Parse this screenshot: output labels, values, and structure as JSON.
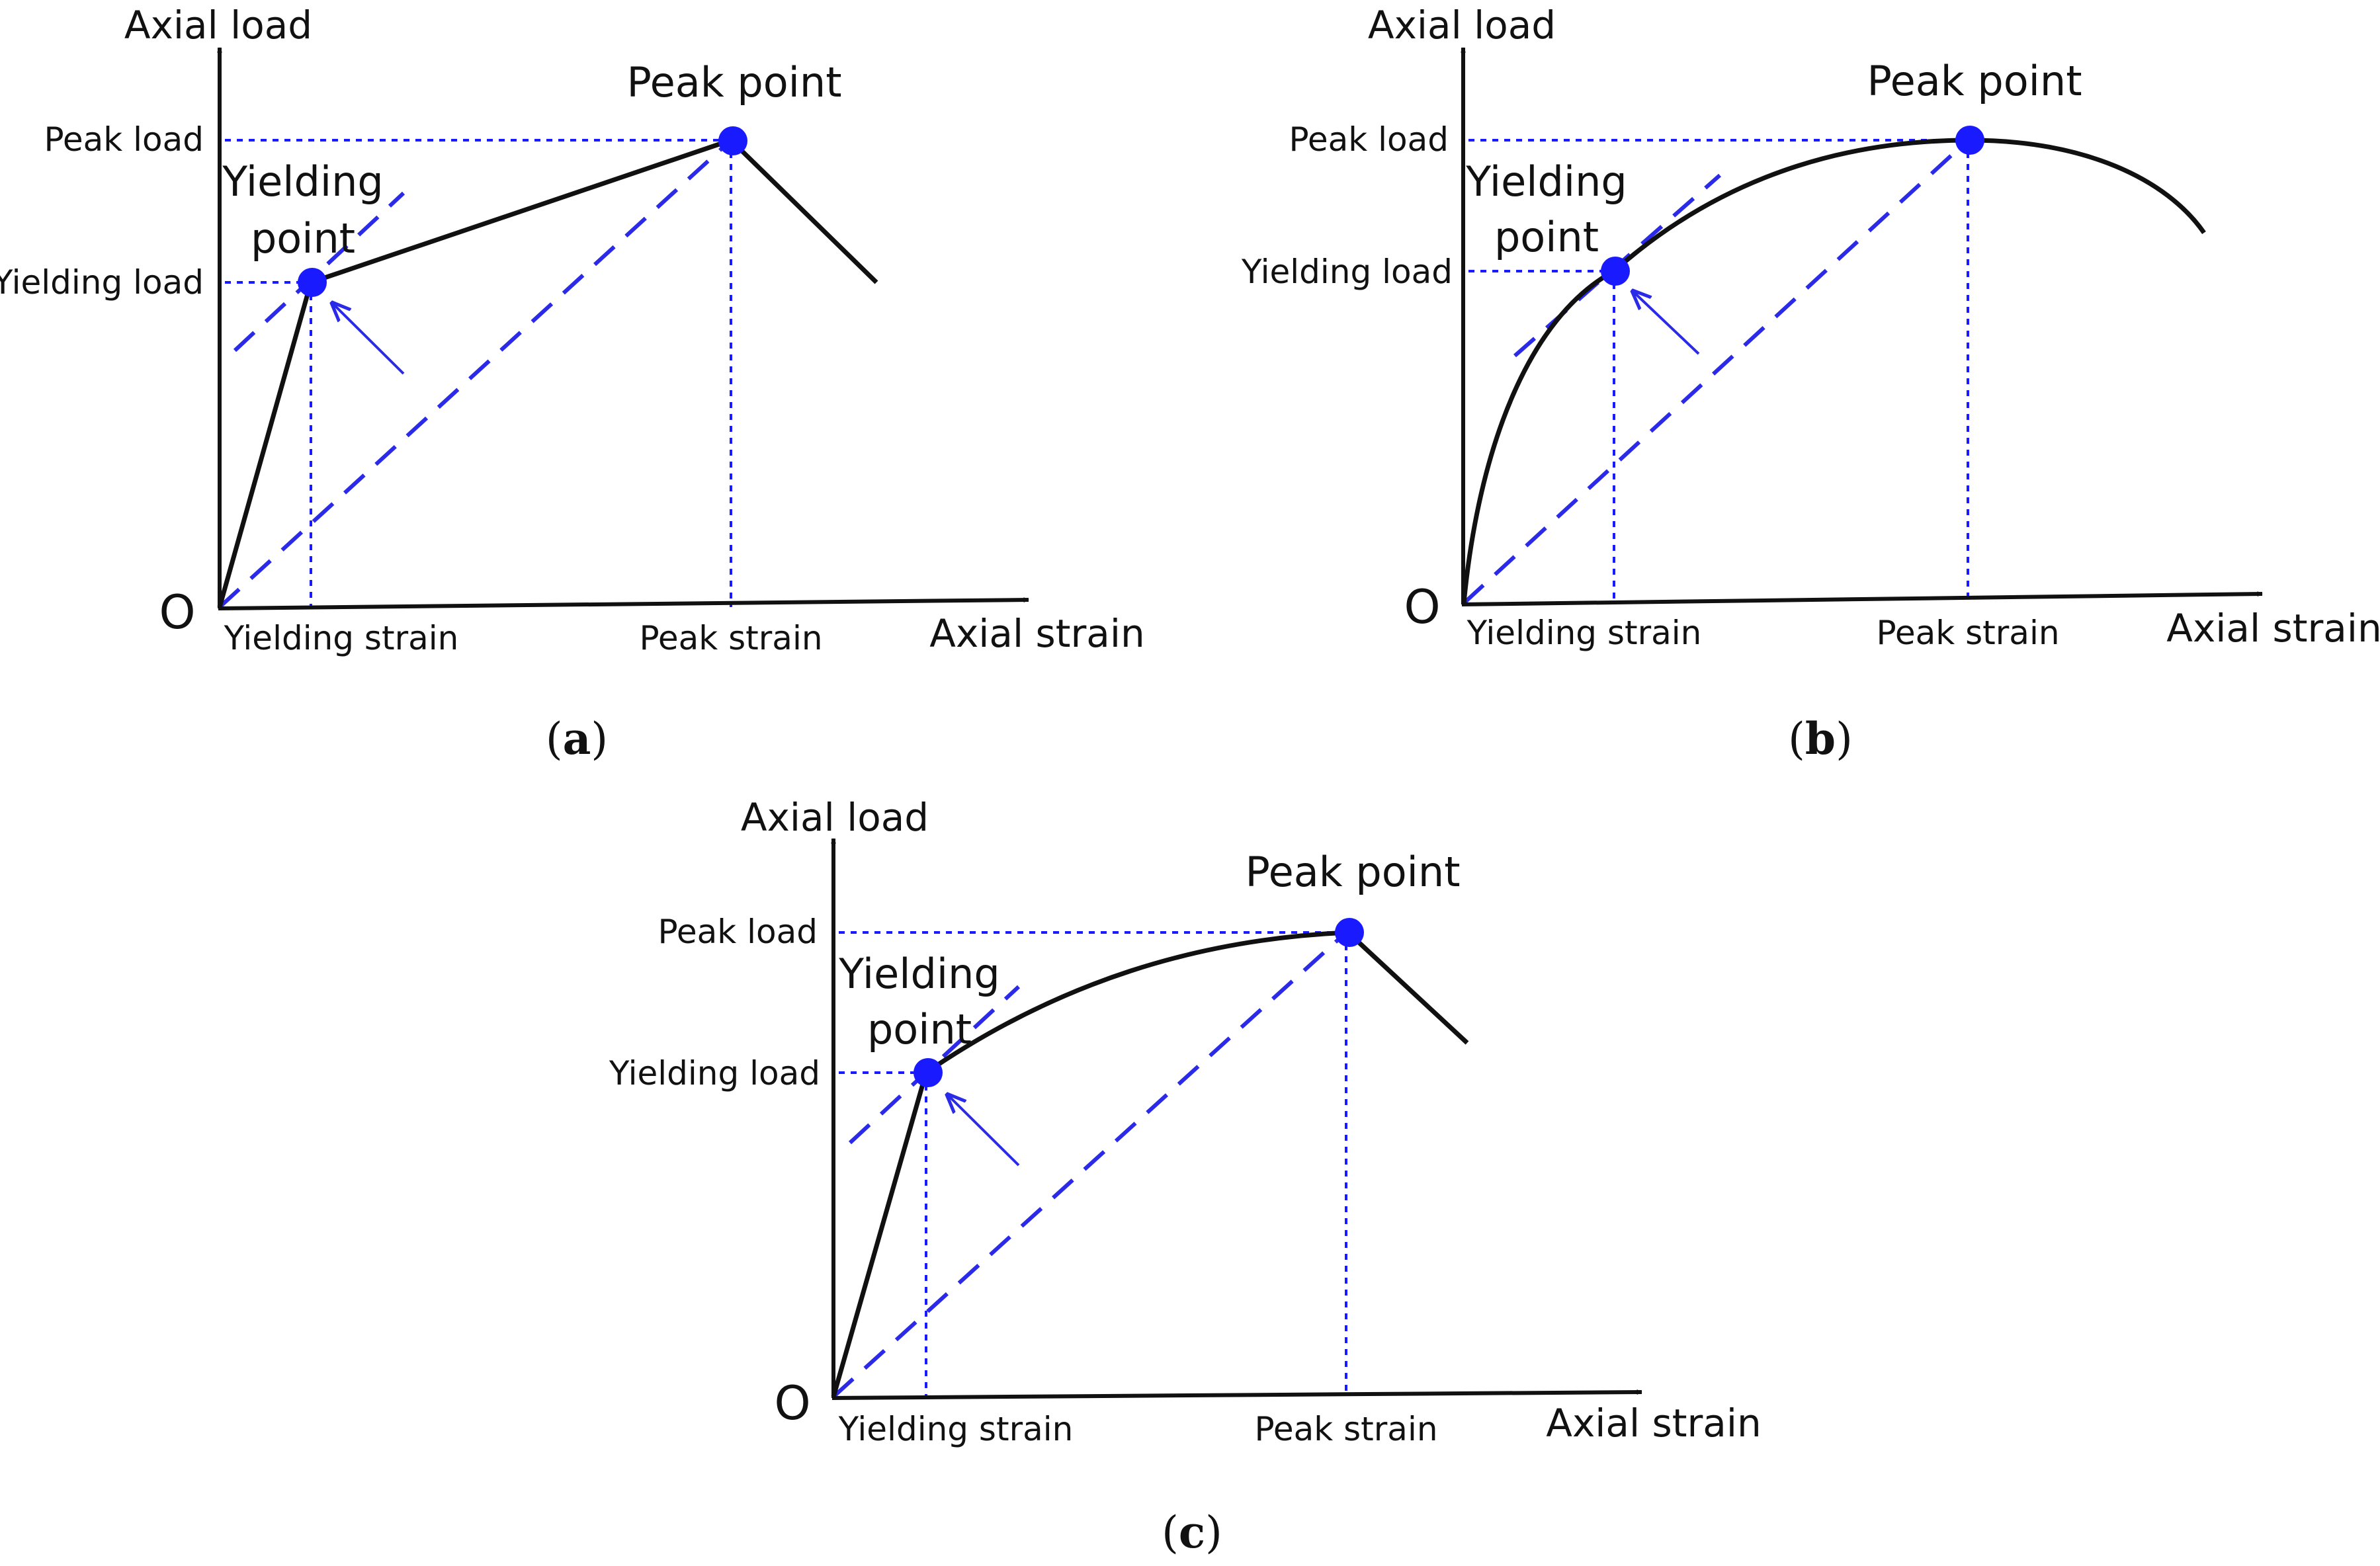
{
  "colors": {
    "axis": "#111111",
    "curve": "#111111",
    "guide": "#1a1aff",
    "secant": "#2a2ae8",
    "marker": "#1a1aff",
    "arrow": "#2a2ae8"
  },
  "panels": [
    {
      "id": "a",
      "caption": "a",
      "y_axis_title": "Axial load",
      "x_axis_title": "Axial strain",
      "origin_label": "O",
      "peak_load_label": "Peak load",
      "yielding_load_label": "Yielding load",
      "yielding_strain_label": "Yielding strain",
      "peak_strain_label": "Peak strain",
      "peak_point_label": "Peak point",
      "yielding_point_label_line1": "Yielding",
      "yielding_point_label_line2": "point",
      "curve_shape": "bilinear"
    },
    {
      "id": "b",
      "caption": "b",
      "y_axis_title": "Axial load",
      "x_axis_title": "Axial strain",
      "origin_label": "O",
      "peak_load_label": "Peak load",
      "yielding_load_label": "Yielding load",
      "yielding_strain_label": "Yielding strain",
      "peak_strain_label": "Peak strain",
      "peak_point_label": "Peak point",
      "yielding_point_label_line1": "Yielding",
      "yielding_point_label_line2": "point",
      "curve_shape": "smooth"
    },
    {
      "id": "c",
      "caption": "c",
      "y_axis_title": "Axial load",
      "x_axis_title": "Axial strain",
      "origin_label": "O",
      "peak_load_label": "Peak load",
      "yielding_load_label": "Yielding load",
      "yielding_strain_label": "Yielding strain",
      "peak_strain_label": "Peak strain",
      "peak_point_label": "Peak point",
      "yielding_point_label_line1": "Yielding",
      "yielding_point_label_line2": "point",
      "curve_shape": "linear-then-curved"
    }
  ]
}
